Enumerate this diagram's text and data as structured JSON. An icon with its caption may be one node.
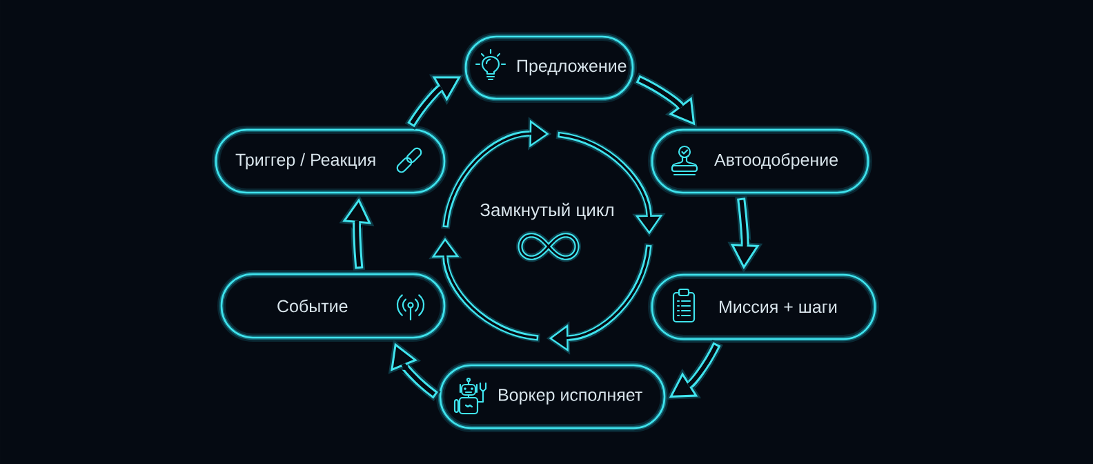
{
  "diagram": {
    "nodes": [
      {
        "text": [
          "Предложение"
        ]
      },
      {
        "text": [
          "Автоодобрение"
        ]
      },
      {
        "text": [
          "Миссия + шаги"
        ]
      },
      {
        "text": [
          "Воркер исполняет"
        ]
      },
      {
        "text": [
          "Событие"
        ]
      },
      {
        "text": [
          "Триггер / Реакция"
        ]
      }
    ],
    "edges": [
      {
        "from": 0,
        "to": 1,
        "arrow": "to"
      },
      {
        "from": 1,
        "to": 2,
        "arrow": "to"
      },
      {
        "from": 2,
        "to": 3,
        "arrow": "to"
      },
      {
        "from": 3,
        "to": 4,
        "arrow": "to"
      },
      {
        "from": 4,
        "to": 5,
        "arrow": "to"
      },
      {
        "from": 5,
        "to": 0,
        "arrow": "to"
      }
    ],
    "labels": [
      "Замкнутый цикл"
    ]
  }
}
